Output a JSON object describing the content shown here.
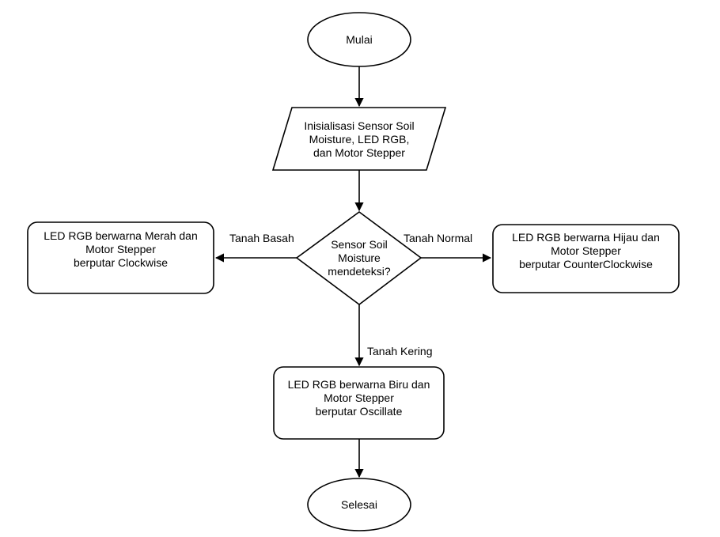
{
  "nodes": {
    "start": {
      "text": "Mulai"
    },
    "init": {
      "line1": "Inisialisasi Sensor Soil",
      "line2": "Moisture, LED RGB,",
      "line3": "dan Motor Stepper"
    },
    "decision": {
      "line1": "Sensor Soil",
      "line2": "Moisture",
      "line3": "mendeteksi?"
    },
    "left": {
      "line1": "LED RGB berwarna Merah dan",
      "line2": "Motor Stepper",
      "line3": "berputar Clockwise"
    },
    "right": {
      "line1": "LED RGB berwarna Hijau dan",
      "line2": "Motor Stepper",
      "line3": "berputar CounterClockwise"
    },
    "bottom": {
      "line1": "LED RGB berwarna Biru dan",
      "line2": "Motor Stepper",
      "line3": "berputar Oscillate"
    },
    "end": {
      "text": "Selesai"
    }
  },
  "edges": {
    "left_label": "Tanah Basah",
    "right_label": "Tanah Normal",
    "down_label": "Tanah Kering"
  }
}
